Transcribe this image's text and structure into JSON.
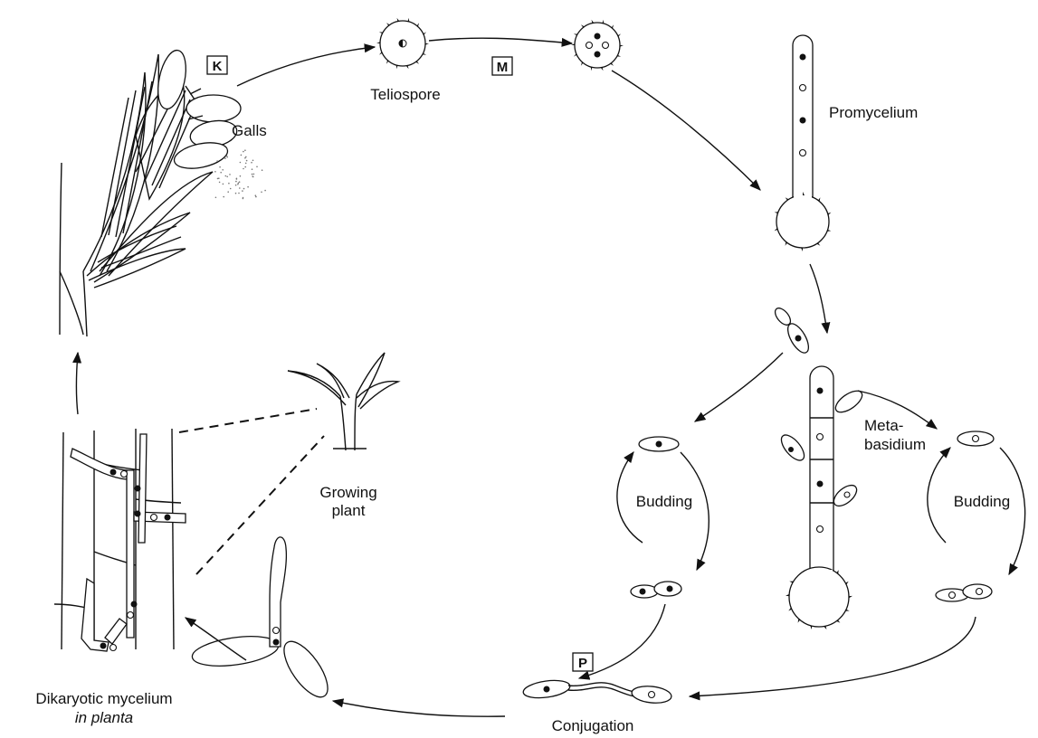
{
  "labels": {
    "galls": "Galls",
    "teliospore": "Teliospore",
    "promycelium": "Promycelium",
    "metabasidium_1": "Meta-",
    "metabasidium_2": "basidium",
    "budding_left": "Budding",
    "budding_right": "Budding",
    "growing_plant_1": "Growing",
    "growing_plant_2": "plant",
    "conjugation": "Conjugation",
    "dikaryotic_1": "Dikaryotic mycelium",
    "dikaryotic_2": "in planta"
  },
  "stage_markers": {
    "k": "K",
    "m": "M",
    "p": "P"
  }
}
